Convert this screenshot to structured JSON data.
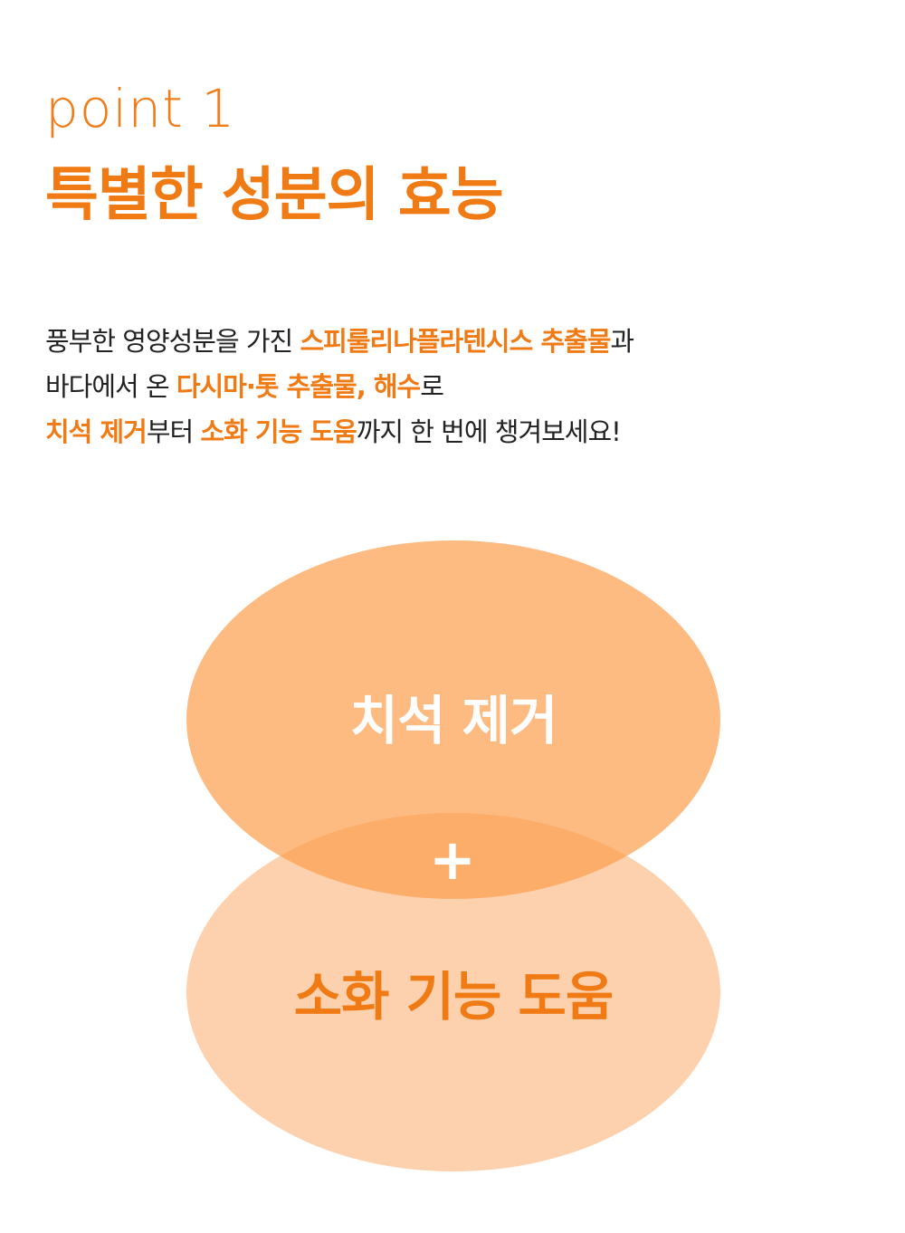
{
  "header": {
    "eyebrow": "point 1",
    "headline": "특별한 성분의 효능"
  },
  "intro": {
    "line1": {
      "part1": "풍부한 영양성분을 가진 ",
      "highlight1": "스피룰리나플라텐시스 추출물",
      "part2": "과"
    },
    "line2": {
      "part1": "바다에서 온 ",
      "highlight1": "다시마·톳 추출물, 해수",
      "part2": "로"
    },
    "line3": {
      "highlight1": "치석 제거",
      "part1": "부터 ",
      "highlight2": "소화 기능 도움",
      "part2": "까지 한 번에 챙겨보세요!"
    }
  },
  "diagram": {
    "top_label": "치석 제거",
    "connector": "+",
    "bottom_label": "소화 기능 도움"
  },
  "colors": {
    "accent": "#f07a14",
    "top_circle": "#fcae68",
    "bottom_circle": "#fdd3ae",
    "body_text": "#222222"
  }
}
